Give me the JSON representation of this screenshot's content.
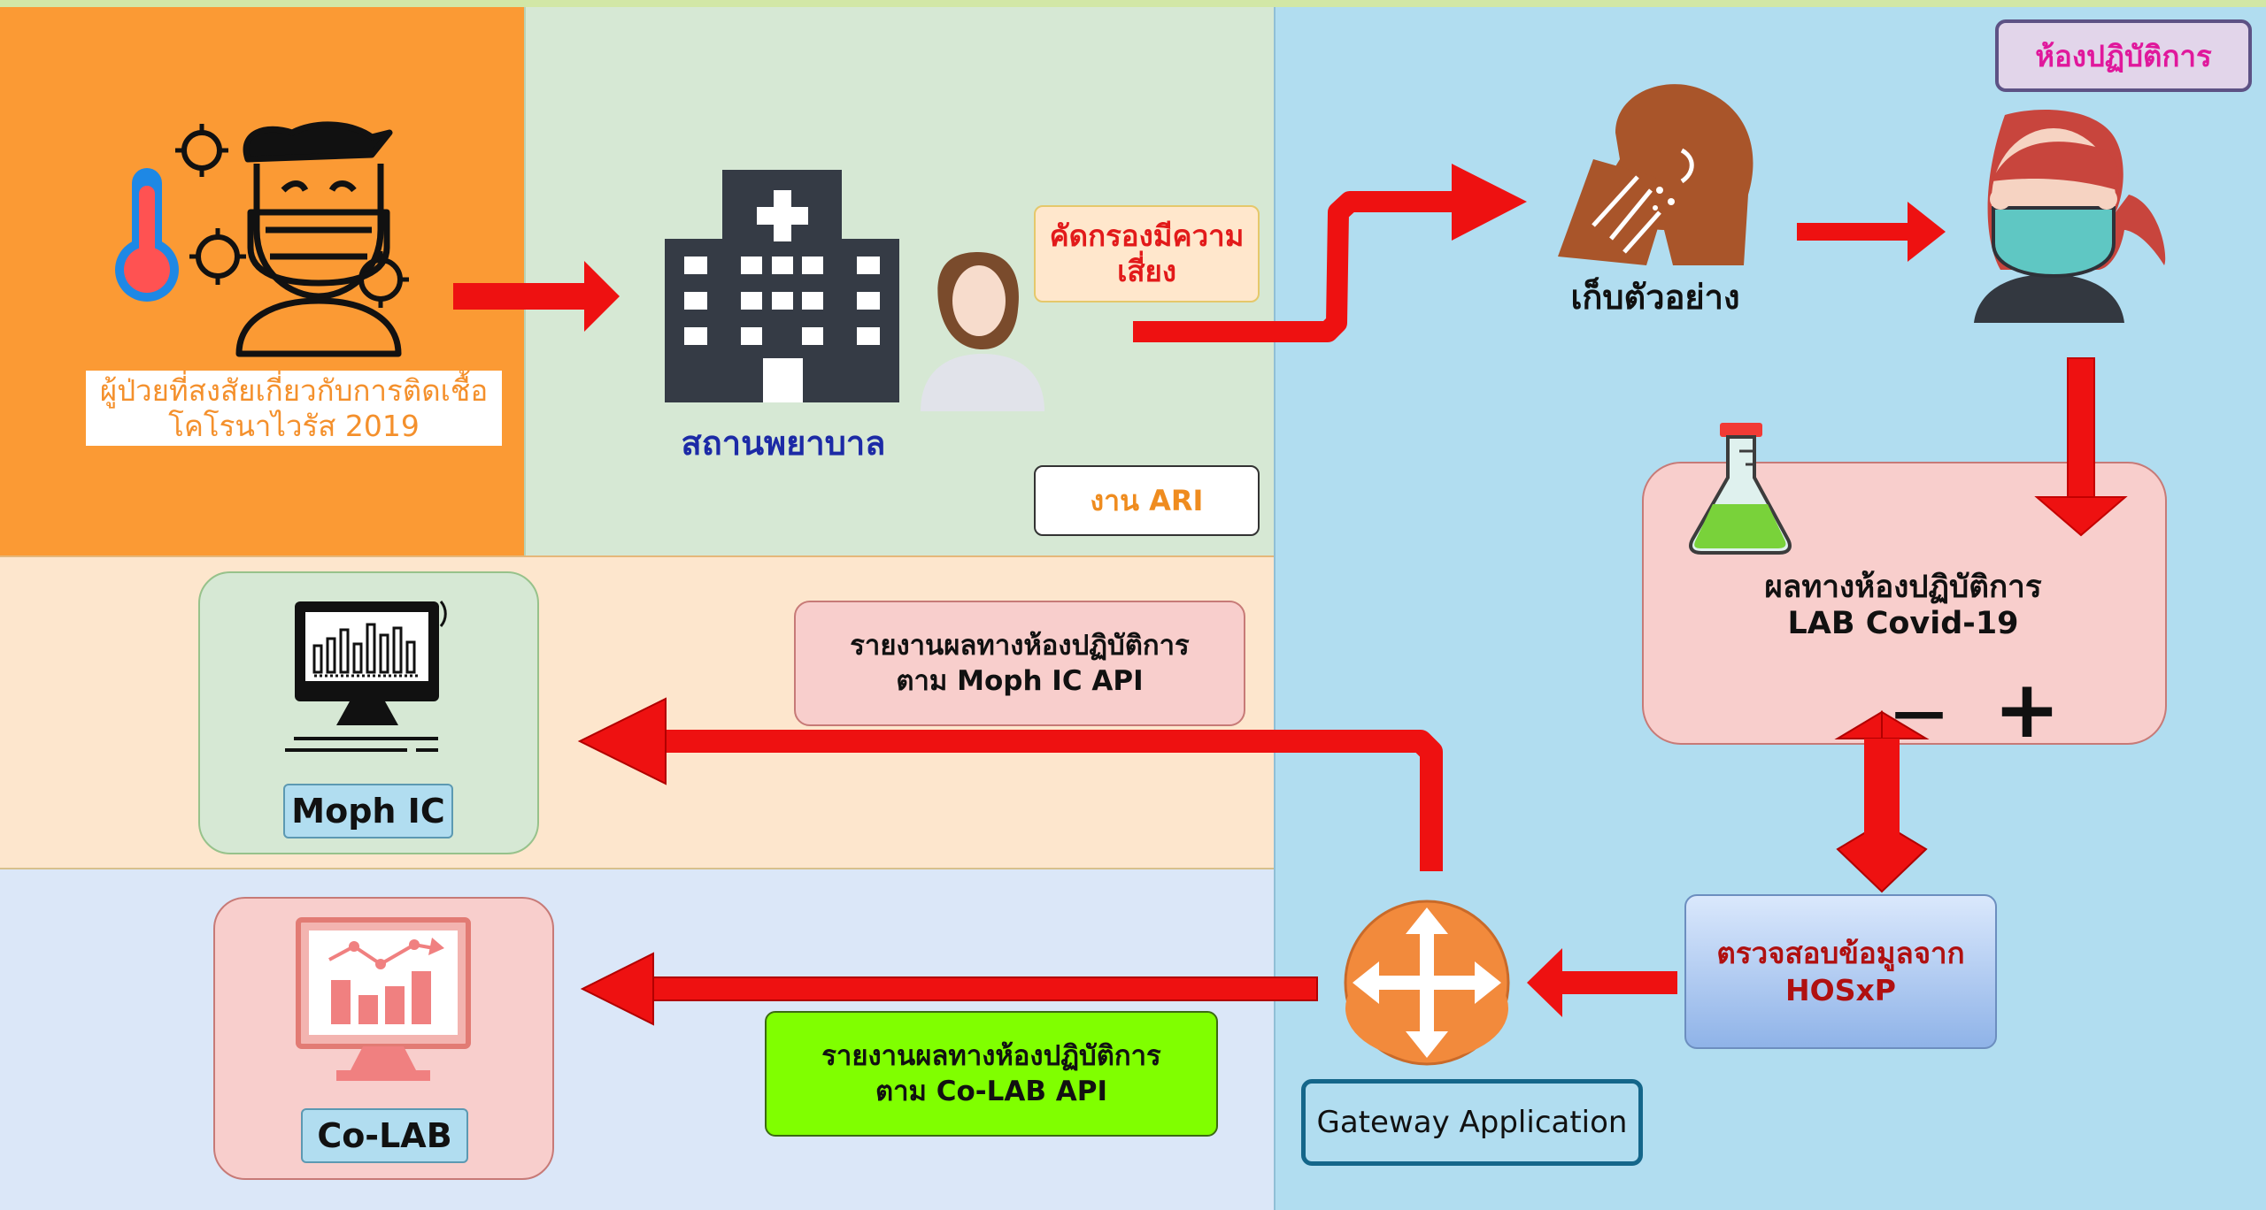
{
  "patient": {
    "line1": "ผู้ป่วยที่สงสัยเกี่ยวกับการติดเชื้อ",
    "line2": "โคโรนาไวรัส 2019"
  },
  "hospital": {
    "label": "สถานพยาบาล"
  },
  "screening": {
    "line1": "คัดกรองมีความ",
    "line2": "เสี่ยง"
  },
  "ari": {
    "label": "งาน ARI"
  },
  "sample": {
    "label": "เก็บตัวอย่าง"
  },
  "laboratory": {
    "label": "ห้องปฏิบัติการ"
  },
  "lab_result": {
    "line1": "ผลทางห้องปฏิบัติการ",
    "line2": "LAB Covid-19",
    "minus": "—",
    "plus": "+"
  },
  "moph_report": {
    "line1": "รายงานผลทางห้องปฏิบัติการ",
    "line2": "ตาม Moph IC API"
  },
  "moph_ic": {
    "label": "Moph IC"
  },
  "hosxp": {
    "line1": "ตรวจสอบข้อมูลจาก",
    "line2": "HOSxP"
  },
  "gateway": {
    "label": "Gateway Application"
  },
  "colab_report": {
    "line1": "รายงานผลทางห้องปฏิบัติการ",
    "line2": "ตาม Co-LAB API"
  },
  "colab": {
    "label": "Co-LAB"
  },
  "colors": {
    "arrow": "#ee1111",
    "orange": "#fb9a34",
    "blue": "#b1ddf0"
  }
}
